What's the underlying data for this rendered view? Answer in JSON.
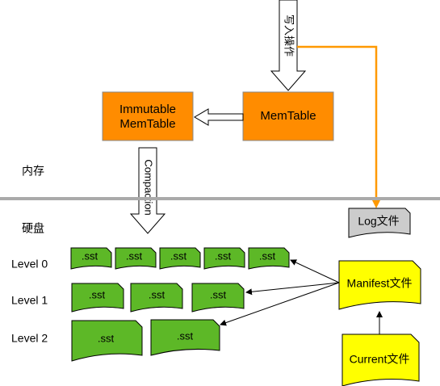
{
  "write_op_label": "写入操作",
  "memtable_label": "MemTable",
  "immutable_label_line1": "Immutable",
  "immutable_label_line2": "MemTable",
  "compaction_label": "Compaction",
  "memory_label": "内存",
  "disk_label": "硬盘",
  "log_label": "Log文件",
  "manifest_label": "Manifest文件",
  "current_label": "Current文件",
  "levels": [
    {
      "name": "Level 0",
      "files": [
        ".sst",
        ".sst",
        ".sst",
        ".sst",
        ".sst"
      ]
    },
    {
      "name": "Level 1",
      "files": [
        ".sst",
        ".sst",
        ".sst"
      ]
    },
    {
      "name": "Level 2",
      "files": [
        ".sst",
        ".sst"
      ]
    }
  ],
  "colors": {
    "memtable_fill": "#FF8C00",
    "sst_fill": "#5DB827",
    "manifest_fill": "#FFFF00",
    "log_fill": "#CCCCCC",
    "log_arrow": "#FF9900",
    "divider": "#AAAAAA"
  }
}
